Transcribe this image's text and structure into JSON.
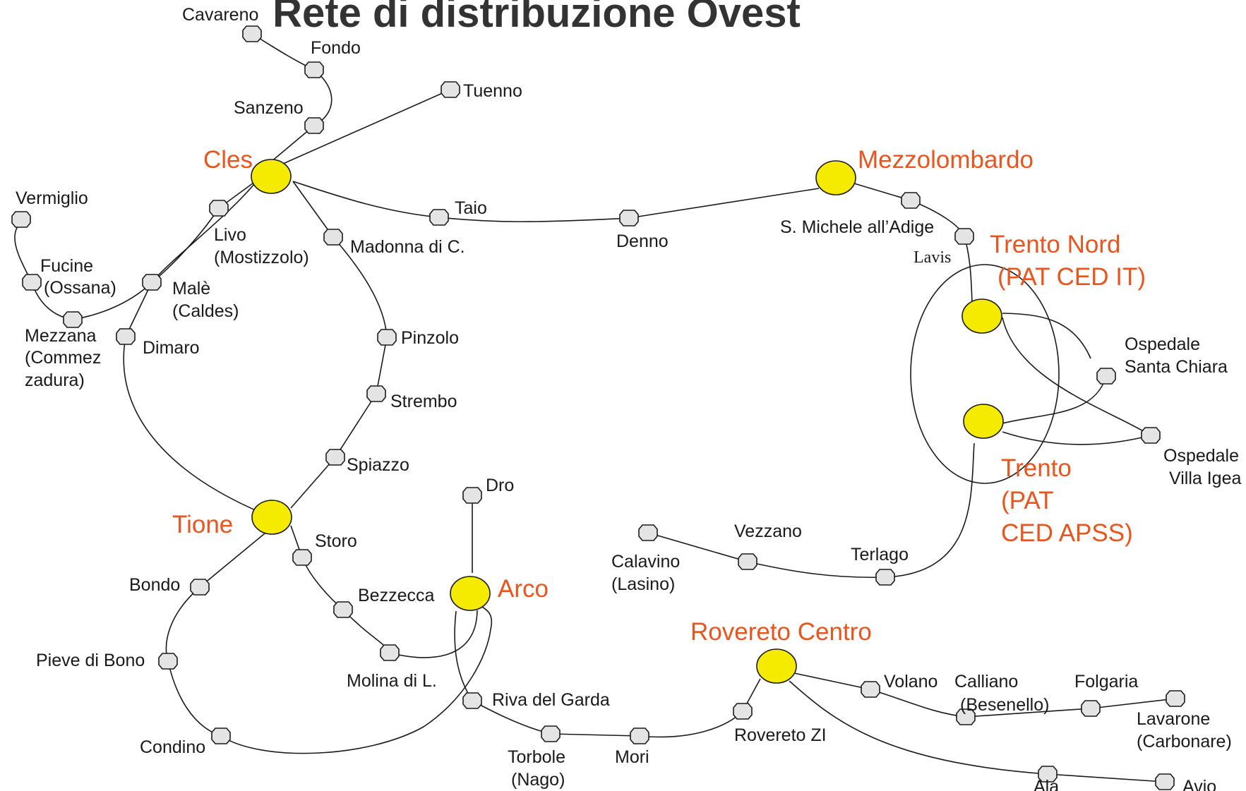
{
  "title": "Rete di distribuzione Ovest",
  "hubs": {
    "cles": "Cles",
    "mezzolombardo": "Mezzolombardo",
    "tione": "Tione",
    "arco": "Arco",
    "rovereto_centro": "Rovereto Centro",
    "trento_nord": [
      "Trento Nord",
      "(PAT CED IT)"
    ],
    "trento": [
      "Trento",
      "(PAT",
      "CED APSS)"
    ]
  },
  "nodes": {
    "cavareno": "Cavareno",
    "fondo": "Fondo",
    "sanzeno": "Sanzeno",
    "tuenno": "Tuenno",
    "vermiglio": "Vermiglio",
    "fucine": [
      "Fucine",
      "(Ossana)"
    ],
    "mezzana": [
      "Mezzana",
      "(Commez",
      "zadura)"
    ],
    "livo": [
      "Livo",
      "(Mostizzolo)"
    ],
    "male": [
      "Malè",
      "(Caldes)"
    ],
    "dimaro": "Dimaro",
    "madonna": "Madonna di C.",
    "taio": "Taio",
    "denno": "Denno",
    "pinzolo": "Pinzolo",
    "strembo": "Strembo",
    "spiazzo": "Spiazzo",
    "smichele": "S. Michele all’Adige",
    "lavis": "Lavis",
    "ospedale_sc": [
      "Ospedale",
      "Santa Chiara"
    ],
    "ospedale_vi": [
      "Ospedale",
      "Villa Igea"
    ],
    "dro": "Dro",
    "storo": "Storo",
    "bondo": "Bondo",
    "bezzecca": "Bezzecca",
    "pieve": "Pieve di Bono",
    "molina": "Molina di L.",
    "condino": "Condino",
    "riva": "Riva del Garda",
    "torbole": [
      "Torbole",
      "(Nago)"
    ],
    "mori": "Mori",
    "rovereto_zi": "Rovereto ZI",
    "calavino": [
      "Calavino",
      "(Lasino)"
    ],
    "vezzano": "Vezzano",
    "terlago": "Terlago",
    "volano": "Volano",
    "calliano": [
      "Calliano",
      "(Besenello)"
    ],
    "folgaria": "Folgaria",
    "lavarone": [
      "Lavarone",
      "(Carbonare)"
    ],
    "ala": "Ala",
    "avio": "Avio"
  },
  "colors": {
    "hub_fill": "#f5eb00",
    "node_fill": "#e4e4e4",
    "hub_label": "#e8551f",
    "line": "#1a1a1a",
    "title": "#333333"
  }
}
